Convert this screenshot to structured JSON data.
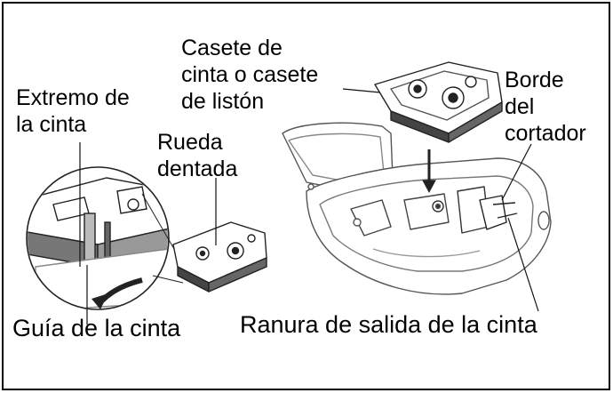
{
  "labels": {
    "cassette_line1": "Casete de",
    "cassette_line2": "cinta o casete",
    "cassette_line3": "de listón",
    "tape_end_line1": "Extremo de",
    "tape_end_line2": "la cinta",
    "gear_line1": "Rueda",
    "gear_line2": "dentada",
    "cutter_line1": "Borde",
    "cutter_line2": "del",
    "cutter_line3": "cortador",
    "tape_guide": "Guía de la cinta",
    "exit_slot": "Ranura de salida de la cinta"
  }
}
